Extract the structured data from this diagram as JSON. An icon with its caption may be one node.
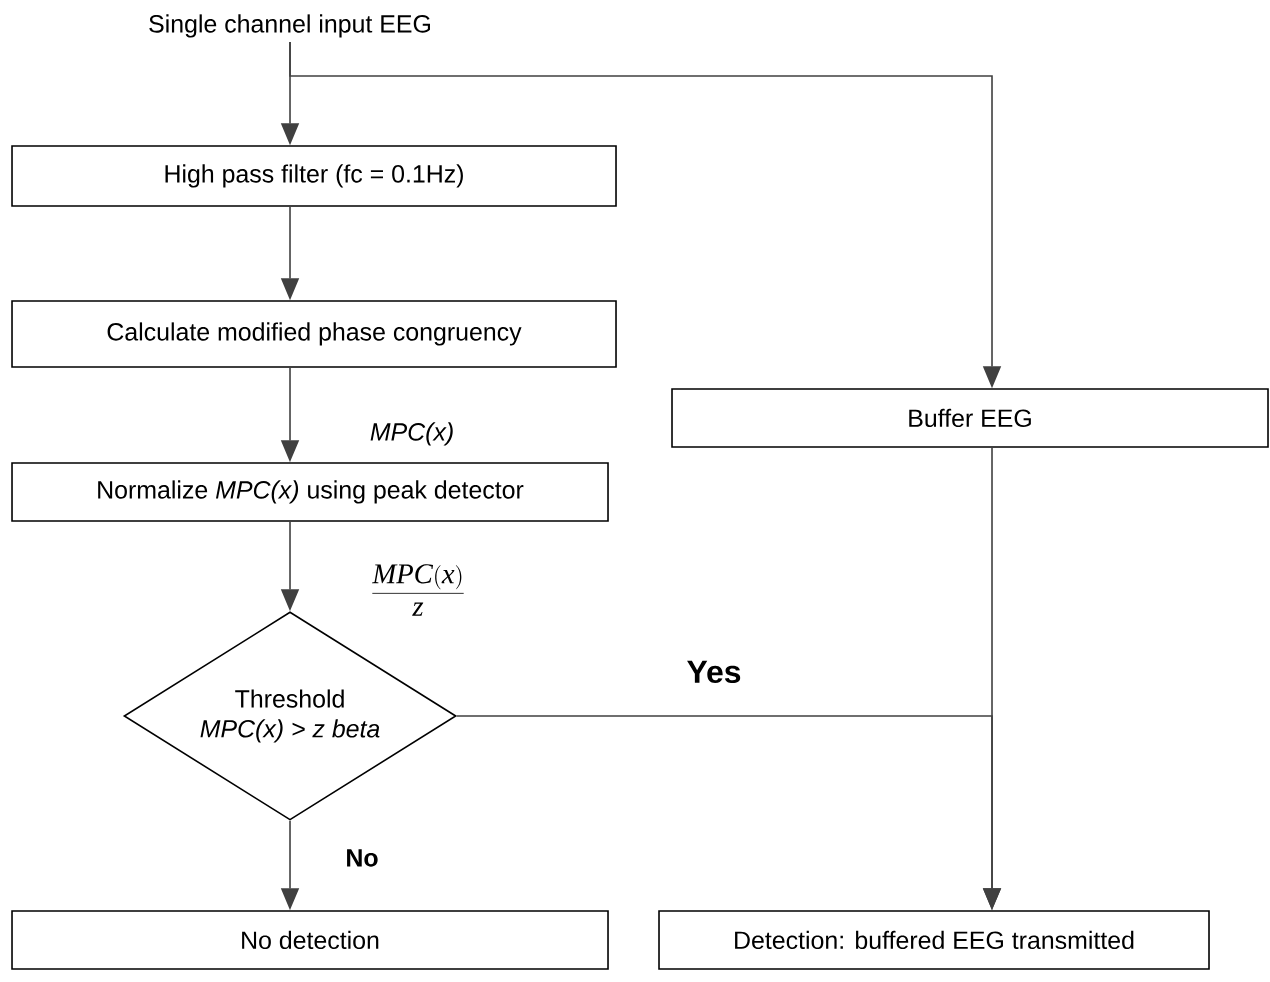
{
  "diagram": {
    "nodes": [
      {
        "text": [
          "Single channel input EEG"
        ]
      },
      {
        "text": [
          "High pass filter (fc = 0.1Hz)"
        ]
      },
      {
        "text": [
          "Calculate modified phase congruency"
        ]
      },
      {
        "text": [
          "Normalize *MPC(x)* using peak detector"
        ]
      },
      {
        "text": [
          "Threshold",
          "MPC(x) > z beta"
        ]
      },
      {
        "text": [
          "Buffer EEG"
        ]
      },
      {
        "text": [
          "No detection"
        ]
      },
      {
        "text": [
          "Detection: buffered EEG transmitted"
        ]
      }
    ],
    "edges": [
      {
        "from": 0,
        "to": 1,
        "arrow": "to"
      },
      {
        "from": 0,
        "to": 5,
        "arrow": "to"
      },
      {
        "from": 1,
        "to": 2,
        "arrow": "to"
      },
      {
        "from": 2,
        "to": 3,
        "arrow": "to",
        "label": "MPC(x)"
      },
      {
        "from": 3,
        "to": 4,
        "arrow": "to",
        "label": "\\frac{MPC(x)}{z}"
      },
      {
        "from": 4,
        "to": 7,
        "arrow": "to",
        "label": "Yes"
      },
      {
        "from": 4,
        "to": 6,
        "arrow": "to",
        "label": "No"
      },
      {
        "from": 5,
        "to": 7,
        "arrow": "to"
      }
    ]
  }
}
